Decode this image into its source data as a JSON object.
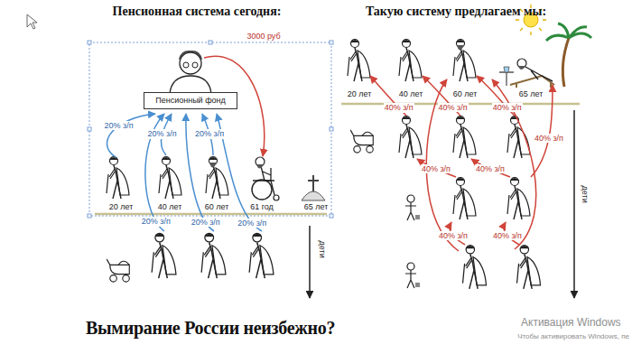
{
  "diagram": {
    "nodes": [
      {
        "text": [
          "Пенсионный фонд"
        ]
      }
    ],
    "labels": [
      "Пенсионная система сегодня:",
      "Такую систему предлагаем мы:",
      "3000 руб",
      "20% з/п",
      "20% з/п",
      "20% з/п",
      "20% з/п",
      "20% з/п",
      "20% з/п",
      "20 лет",
      "40 лет",
      "60 лет",
      "61 год",
      "65 лет",
      "дети",
      "20 лет",
      "40 лет",
      "60 лет",
      "65 лет",
      "40% з/п",
      "40% з/п",
      "40% з/п",
      "40% з/п",
      "40% з/п",
      "40% з/п",
      "40% з/п",
      "40% з/п",
      "дети",
      "Вымирание России неизбежно?",
      "Активация Windows",
      "Чтобы активировать Windows, пе"
    ]
  }
}
